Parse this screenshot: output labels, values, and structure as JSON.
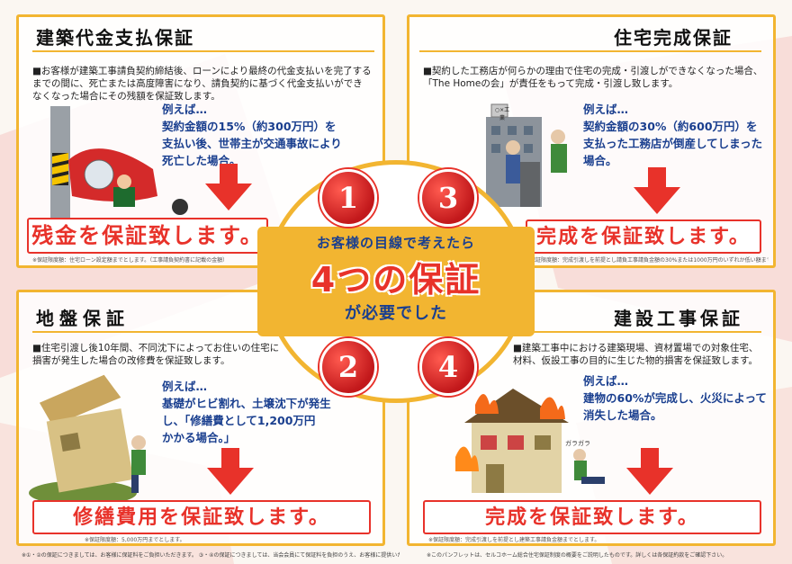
{
  "center": {
    "line1": "お客様の目線で考えたら",
    "line2": "4つの保証",
    "line3": "が必要でした"
  },
  "numbers": [
    "1",
    "2",
    "3",
    "4"
  ],
  "panels": {
    "p1": {
      "title": "建築代金支払保証",
      "desc": [
        "■お客様が建築工事請負契約締結後、ローンにより最終の代金支払いを完了する",
        "までの間に、死亡または高度障害になり、請負契約に基づく代金支払いができ",
        "なくなった場合にその残額を保証致します。"
      ],
      "example": [
        "例えば…",
        "契約金額の15%（約300万円）を",
        "支払い後、世帯主が交通事故により",
        "死亡した場合。"
      ],
      "banner": "残金を保証致します。",
      "note": "※保証限度額：住宅ローン設定額までとします。（工事請負契約書に記載の金額）"
    },
    "p3": {
      "title": "住宅完成保証",
      "desc": [
        "■契約した工務店が何らかの理由で住宅の完成・引渡しができなくなった場合、",
        "「The Homeの会」が責任をもって完成・引渡し致します。"
      ],
      "example": [
        "例えば…",
        "契約金額の30%（約600万円）を",
        "支払った工務店が倒産してしまった",
        "場合。"
      ],
      "banner": "完成を保証致します。",
      "note": "※保証限度額：完成引渡しを前提とし請負工事請負金額の30%または1000万円のいずれか低い額までとします。",
      "sign": "○×工業"
    },
    "p2": {
      "title": "地盤保証",
      "desc": [
        "■住宅引渡し後10年間、不同沈下によってお住いの住宅に",
        "損害が発生した場合の改修費を保証致します。"
      ],
      "example": [
        "例えば…",
        "基礎がヒビ割れ、土壌沈下が発生",
        "し、「修繕費として1,200万円",
        "かかる場合。」"
      ],
      "banner": "修繕費用を保証致します。",
      "note": "※保証限度額：5,000万円までとします。"
    },
    "p4": {
      "title": "建設工事保証",
      "desc": [
        "■建築工事中における建築現場、資材置場での対象住宅、",
        "材料、仮設工事の目的に生じた物的損害を保証致します。"
      ],
      "example": [
        "例えば…",
        "建物の60%が完成し、火災によって",
        "消失した場合。"
      ],
      "banner": "完成を保証致します。",
      "note": "※保証限度額：完成引渡しを前提とし建築工事請負金額までとします。",
      "sfx": "ガラガラ"
    }
  },
  "footer": {
    "left": "※①・②の保証につきましては、お客様に保証料をご負担いただきます。 ③・④の保証につきましては、当会会員にて保証料を負担のうえ、お客様に提供いたします。",
    "right": "※このパンフレットは、セルコホーム総合住宅保証制度の概要をご説明したものです。詳しくは各保証約款をご確認下さい。"
  },
  "colors": {
    "accent": "#f2b531",
    "red": "#e8322a",
    "blue": "#1a3f8f"
  }
}
